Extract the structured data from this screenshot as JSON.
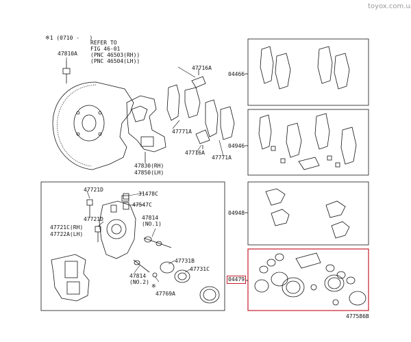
{
  "watermark": "toyox.com.ua",
  "figure_id": "477586B",
  "note": "※1 (0710 -   )",
  "refer_note": "REFER TO\nFIG 46-01\n(PNC 46503(RH))\n(PNC 46504(LH))",
  "labels": {
    "p47810A": "47810A",
    "p47716A_top": "47716A",
    "p47771A_left": "47771A",
    "p47716A_bottom": "47716A",
    "p47771A_right": "47771A",
    "p47830": "47830(RH)",
    "p47850": "47850(LH)",
    "p47721D_top": "47721D",
    "p31478C": "31478C",
    "p47547C": "47547C",
    "p47721D_mid": "47721D",
    "p47814_no1": "47814\n(NO.1)",
    "p47721C": "47721C(RH)",
    "p47722A": "47722A(LH)",
    "p47731B": "47731B",
    "p47731C": "47731C",
    "p47814_no2": "47814\n(NO.2)",
    "p47769A": "47769A",
    "p47769A_mark": "※"
  },
  "kits": {
    "k04466": "04466",
    "k04946": "04946",
    "k04948": "04948",
    "k04479": "04479"
  },
  "colors": {
    "line": "#111111",
    "highlight": "#c41e2a",
    "watermark": "#9a9a9a"
  }
}
